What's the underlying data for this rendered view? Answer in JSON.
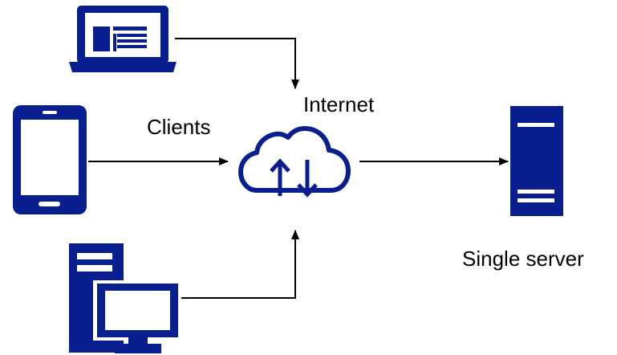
{
  "labels": {
    "clients": "Clients",
    "internet": "Internet",
    "server": "Single server"
  },
  "icons": {
    "laptop": "laptop-icon",
    "tablet": "tablet-icon",
    "desktop": "desktop-computer-icon",
    "cloud": "cloud-upload-download-icon",
    "server": "server-icon"
  },
  "colors": {
    "icon": "#0a1f8f",
    "line": "#000000",
    "background": "#ffffff"
  }
}
